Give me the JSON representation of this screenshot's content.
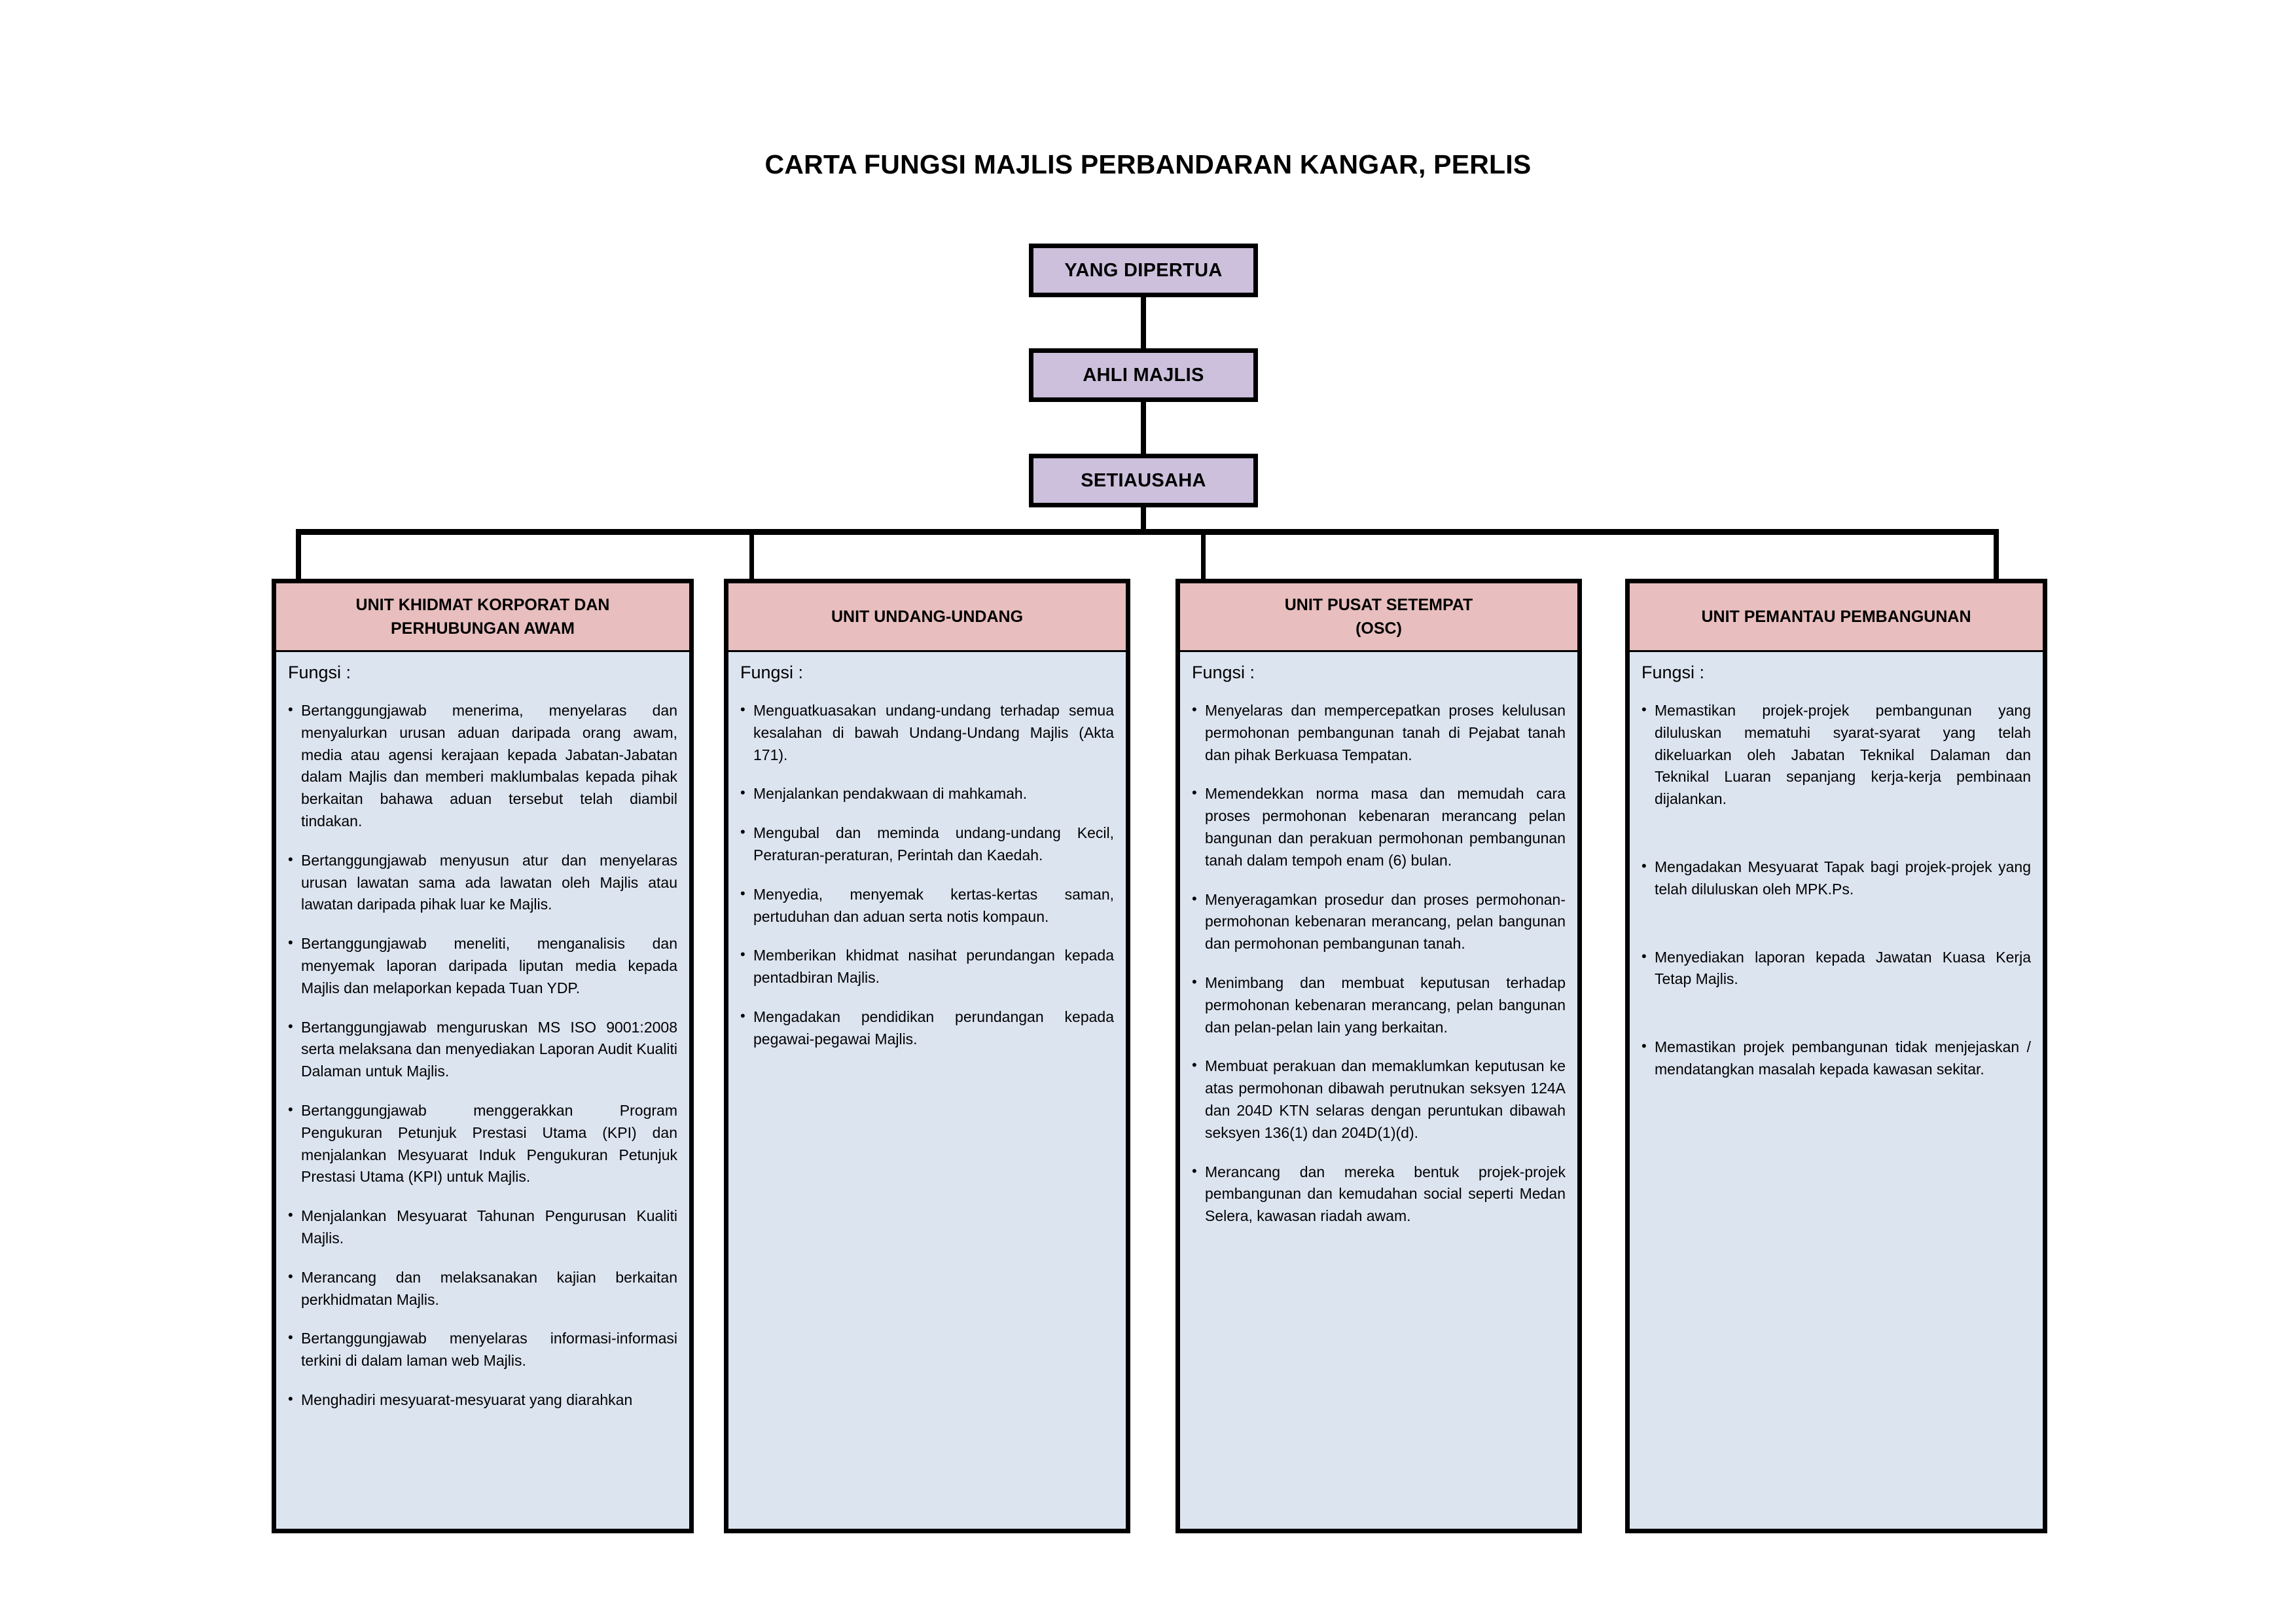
{
  "title": "CARTA FUNGSI MAJLIS PERBANDARAN KANGAR, PERLIS",
  "colors": {
    "header_purple": "#CCC0DC",
    "unit_header_pink": "#E8BEBE",
    "unit_body_blue": "#DCE4F0",
    "line_black": "#000000"
  },
  "hierarchy": {
    "level1": "YANG DIPERTUA",
    "level2": "AHLI MAJLIS",
    "level3": "SETIAUSAHA"
  },
  "fungsi_label": "Fungsi :",
  "units": [
    {
      "title_line1": "UNIT KHIDMAT KORPORAT DAN",
      "title_line2": "PERHUBUNGAN AWAM",
      "items": [
        "Bertanggungjawab menerima, menyelaras dan menyalurkan urusan aduan daripada orang awam, media atau agensi kerajaan kepada Jabatan-Jabatan dalam Majlis dan memberi maklumbalas kepada pihak berkaitan bahawa aduan tersebut telah diambil tindakan.",
        "Bertanggungjawab menyusun atur dan menyelaras urusan lawatan sama ada lawatan oleh Majlis atau lawatan daripada pihak luar ke Majlis.",
        "Bertanggungjawab meneliti, menganalisis dan menyemak laporan daripada liputan media kepada Majlis dan melaporkan kepada Tuan YDP.",
        "Bertanggungjawab menguruskan MS ISO 9001:2008 serta melaksana dan menyediakan Laporan Audit Kualiti Dalaman untuk Majlis.",
        "Bertanggungjawab menggerakkan Program Pengukuran Petunjuk Prestasi Utama (KPI) dan menjalankan Mesyuarat Induk Pengukuran Petunjuk Prestasi Utama (KPI) untuk Majlis.",
        "Menjalankan Mesyuarat Tahunan Pengurusan Kualiti Majlis.",
        "Merancang dan melaksanakan kajian berkaitan perkhidmatan Majlis.",
        "Bertanggungjawab menyelaras informasi-informasi terkini di dalam laman web Majlis.",
        "Menghadiri mesyuarat-mesyuarat yang diarahkan"
      ]
    },
    {
      "title_line1": "UNIT UNDANG-UNDANG",
      "title_line2": "",
      "items": [
        "Menguatkuasakan undang-undang terhadap semua kesalahan di bawah Undang-Undang Majlis (Akta 171).",
        "Menjalankan pendakwaan di mahkamah.",
        "Mengubal dan meminda undang-undang Kecil, Peraturan-peraturan, Perintah dan Kaedah.",
        "Menyedia, menyemak kertas-kertas saman, pertuduhan dan aduan serta notis kompaun.",
        "Memberikan khidmat nasihat perundangan kepada pentadbiran Majlis.",
        "Mengadakan pendidikan perundangan kepada pegawai-pegawai Majlis."
      ]
    },
    {
      "title_line1": "UNIT PUSAT SETEMPAT",
      "title_line2": "(OSC)",
      "items": [
        "Menyelaras dan mempercepatkan proses kelulusan permohonan pembangunan tanah di Pejabat tanah dan pihak Berkuasa Tempatan.",
        "Memendekkan norma masa dan memudah cara proses permohonan kebenaran merancang pelan bangunan dan perakuan permohonan pembangunan tanah dalam tempoh enam (6) bulan.",
        "Menyeragamkan prosedur dan proses permohonan-permohonan kebenaran merancang, pelan bangunan dan permohonan pembangunan tanah.",
        "Menimbang dan membuat keputusan terhadap permohonan kebenaran merancang, pelan bangunan dan pelan-pelan lain yang berkaitan.",
        "Membuat perakuan dan memaklumkan keputusan ke atas permohonan dibawah perutnukan seksyen 124A dan 204D KTN selaras dengan peruntukan dibawah seksyen 136(1) dan 204D(1)(d).",
        "Merancang dan mereka bentuk projek-projek pembangunan dan kemudahan social seperti Medan Selera, kawasan riadah awam."
      ]
    },
    {
      "title_line1": "UNIT PEMANTAU PEMBANGUNAN",
      "title_line2": "",
      "items": [
        "Memastikan projek-projek pembangunan yang diluluskan mematuhi syarat-syarat yang telah dikeluarkan oleh Jabatan Teknikal Dalaman dan Teknikal Luaran sepanjang kerja-kerja pembinaan dijalankan.",
        "Mengadakan Mesyuarat Tapak bagi projek-projek yang telah diluluskan oleh MPK.Ps.",
        "Menyediakan laporan kepada Jawatan Kuasa Kerja Tetap Majlis.",
        "Memastikan projek pembangunan tidak menjejaskan / mendatangkan masalah kepada kawasan sekitar."
      ]
    }
  ]
}
